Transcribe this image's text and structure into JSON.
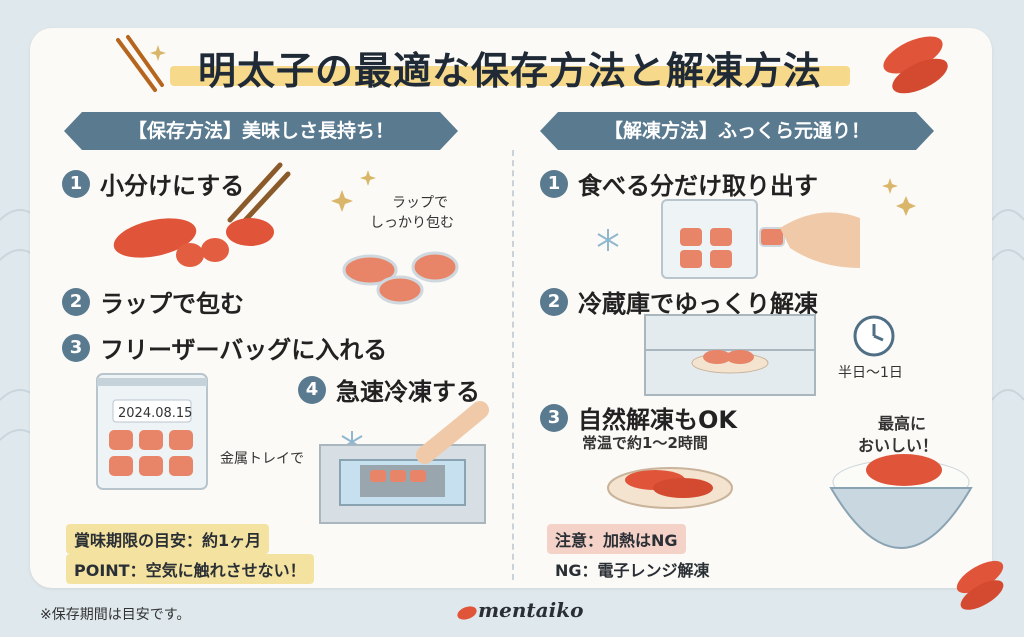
{
  "title": "明太子の最適な保存方法と解凍方法",
  "storage": {
    "ribbon": "【保存方法】美味しさ長持ち！",
    "steps": [
      {
        "num": "1",
        "label": "小分けにする"
      },
      {
        "num": "2",
        "label": "ラップで包む"
      },
      {
        "num": "3",
        "label": "フリーザーバッグに入れる"
      },
      {
        "num": "4",
        "label": "急速冷凍する"
      }
    ],
    "wrap_caption_1": "ラップで",
    "wrap_caption_2": "しっかり包む",
    "bag_date": "2024.08.15",
    "tray_caption": "金属トレイで",
    "note_expiry": "賞味期限の目安：約1ヶ月",
    "note_point": "POINT：空気に触れさせない！"
  },
  "thaw": {
    "ribbon": "【解凍方法】ふっくら元通り！",
    "steps": [
      {
        "num": "1",
        "label": "食べる分だけ取り出す"
      },
      {
        "num": "2",
        "label": "冷蔵庫でゆっくり解凍"
      },
      {
        "num": "3",
        "label": "自然解凍もOK"
      }
    ],
    "time_caption": "半日〜1日",
    "room_temp": "常温で約1〜2時間",
    "caution": "注意：加熱はNG",
    "ng": "NG：電子レンジ解凍",
    "bubble_1": "最高に",
    "bubble_2": "おいしい！"
  },
  "footer_note": "※保存期間は目安です。",
  "logo": "mentaiko",
  "colors": {
    "ribbon": "#5a7a90",
    "roe": "#e0553a",
    "title_highlight": "#f6d98a",
    "note_yellow": "#f3e2a0",
    "note_pink": "#f5d2c8"
  }
}
